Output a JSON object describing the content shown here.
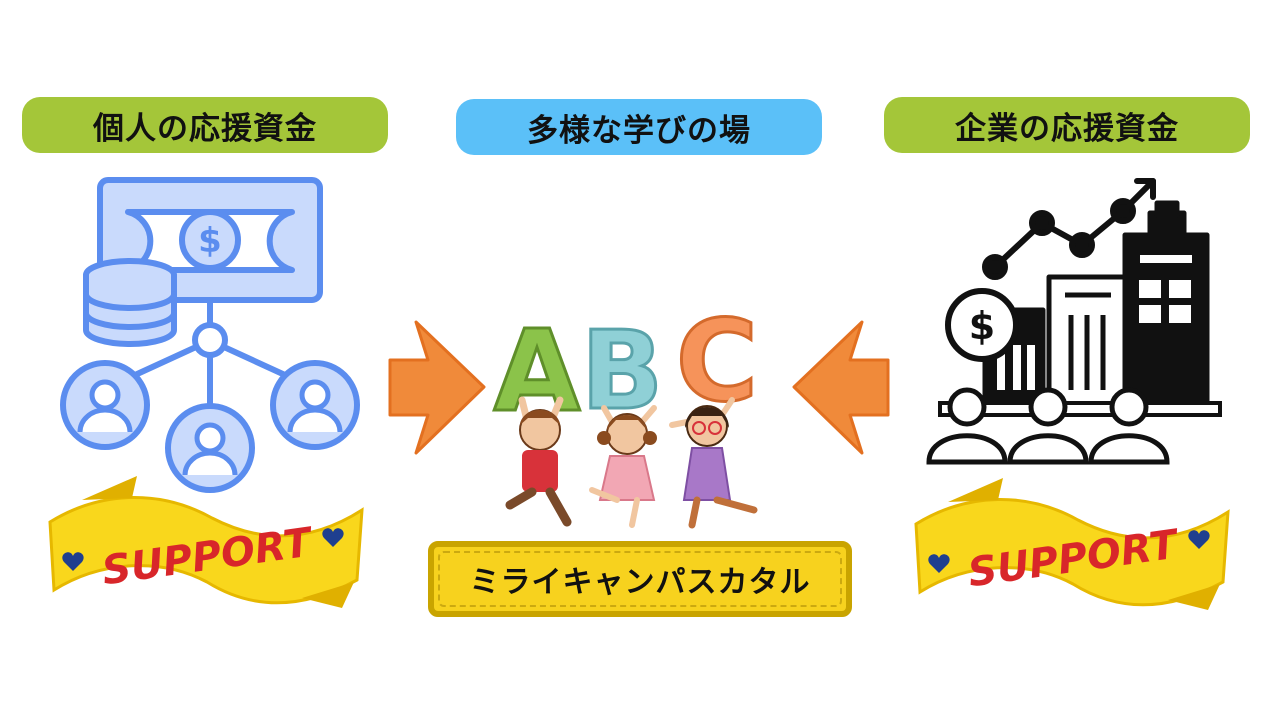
{
  "labels": {
    "individual_funding": "個人の応援資金",
    "diverse_learning": "多様な学びの場",
    "corporate_funding": "企業の応援資金",
    "catalog_name": "ミライキャンパスカタル"
  },
  "support_banners": {
    "left_text": "SUPPORT",
    "right_text": "SUPPORT"
  },
  "letters": [
    "A",
    "B",
    "C"
  ],
  "icons": {
    "money": "$",
    "coin": "$"
  },
  "colors": {
    "pill_green": "#a4c639",
    "pill_blue": "#5bc0f8",
    "label_yellow": "#f7d21e",
    "icon_blue": "#5b8def",
    "icon_blue_fill": "#c9dafc",
    "arrow_orange": "#f08a3a",
    "banner_yellow": "#f9d71c",
    "banner_text": "#d8262a",
    "heart_blue": "#1f3f8f"
  }
}
